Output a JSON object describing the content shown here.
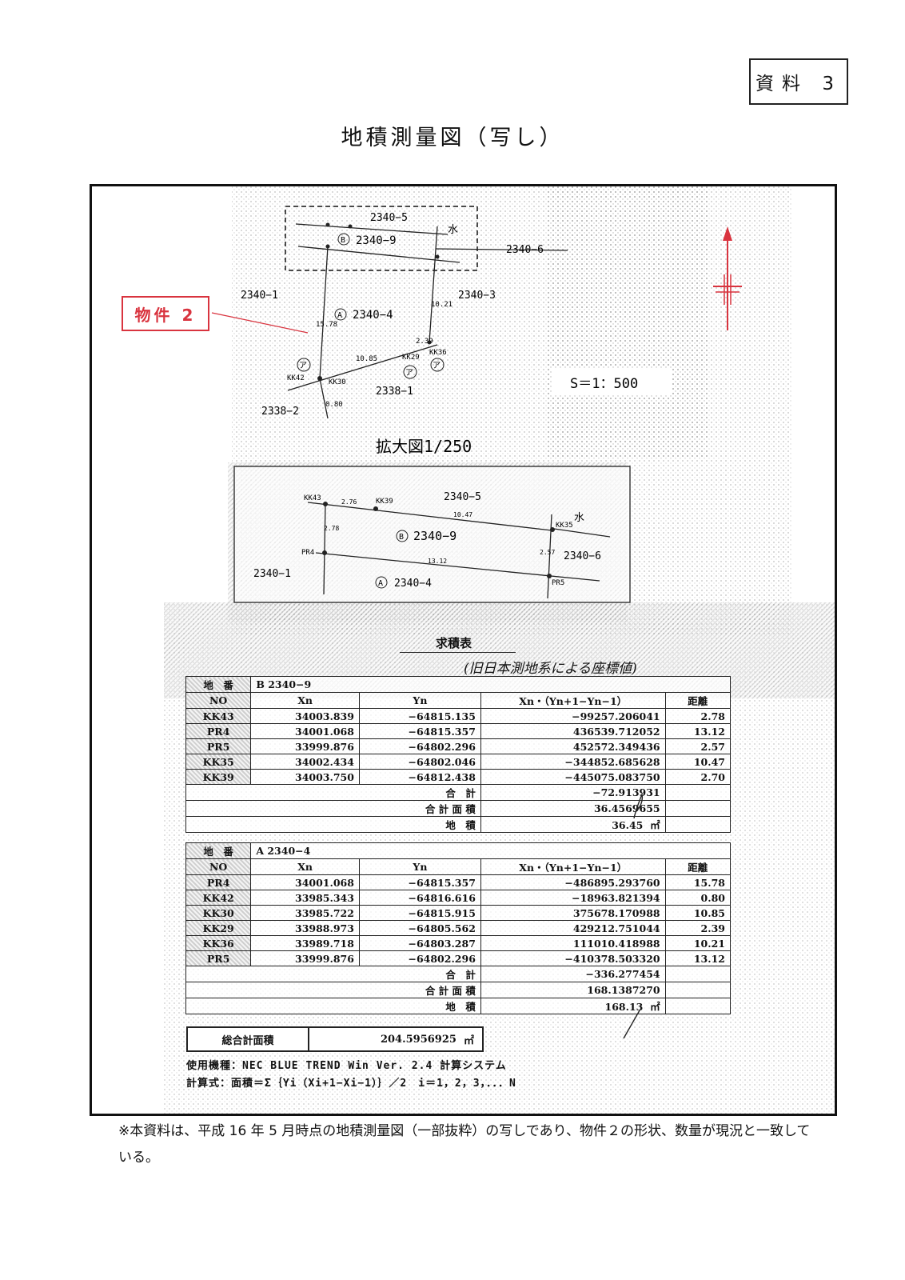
{
  "doc_label": "資料 3",
  "title": "地積測量図（写し）",
  "callout": "物件 2",
  "survey_map": {
    "parcels": {
      "p2340_5": "2340−5",
      "p2340_9": "2340−9",
      "p2340_6": "2340−6",
      "p2340_1": "2340−1",
      "p2340_3": "2340−3",
      "p2340_4": "2340−4",
      "p2338_1": "2338−1",
      "p2338_2": "2338−2"
    },
    "marker_b": "B",
    "marker_a": "A",
    "marker_mu": "ア",
    "water": "水",
    "scale": "S＝1：500",
    "points": {
      "kk42": "KK42",
      "kk30": "KK30",
      "kk29": "KK29",
      "kk36": "KK36"
    },
    "lengths": {
      "l1578": "15.78",
      "l1021": "10.21",
      "l1085": "10.85",
      "l239": "2.39",
      "l080": "0.80"
    }
  },
  "enlarged_map": {
    "title": "拡大図1/250",
    "parcels": {
      "p2340_5": "2340−5",
      "p2340_9": "2340−9",
      "p2340_6": "2340−6",
      "p2340_1": "2340−1",
      "p2340_4": "2340−4"
    },
    "points": {
      "kk43": "KK43",
      "kk39": "KK39",
      "kk35": "KK35",
      "pr4": "PR4",
      "pr5": "PR5"
    },
    "lengths": {
      "l276": "2.76",
      "l1047": "10.47",
      "l278": "2.78",
      "l1312": "13.12",
      "l257": "2.57"
    },
    "water": "水"
  },
  "area_calc": {
    "title": "求積表",
    "subtitle": "(旧日本測地系による座標値)",
    "table_b": {
      "label_parcel": "地　番",
      "parcel": "B 2340−9",
      "headers": [
        "NO",
        "Xn",
        "Yn",
        "Xn・（Yn+1−Yn−1）",
        "距離"
      ],
      "rows": [
        [
          "KK43",
          "34003.839",
          "−64815.135",
          "−99257.206041",
          "2.78"
        ],
        [
          "PR4",
          "34001.068",
          "−64815.357",
          "436539.712052",
          "13.12"
        ],
        [
          "PR5",
          "33999.876",
          "−64802.296",
          "452572.349436",
          "2.57"
        ],
        [
          "KK35",
          "34002.434",
          "−64802.046",
          "−344852.685628",
          "10.47"
        ],
        [
          "KK39",
          "34003.750",
          "−64812.438",
          "−445075.083750",
          "2.70"
        ]
      ],
      "sum_label": "合　計",
      "sum_value": "−72.913931",
      "area_label": "合 計 面 積",
      "area_value": "36.4569655",
      "land_label": "地　積",
      "land_value": "36.45",
      "unit": "㎡"
    },
    "table_a": {
      "label_parcel": "地　番",
      "parcel": "A 2340−4",
      "headers": [
        "NO",
        "Xn",
        "Yn",
        "Xn・（Yn+1−Yn−1）",
        "距離"
      ],
      "rows": [
        [
          "PR4",
          "34001.068",
          "−64815.357",
          "−486895.293760",
          "15.78"
        ],
        [
          "KK42",
          "33985.343",
          "−64816.616",
          "−18963.821394",
          "0.80"
        ],
        [
          "KK30",
          "33985.722",
          "−64815.915",
          "375678.170988",
          "10.85"
        ],
        [
          "KK29",
          "33988.973",
          "−64805.562",
          "429212.751044",
          "2.39"
        ],
        [
          "KK36",
          "33989.718",
          "−64803.287",
          "111010.418988",
          "10.21"
        ],
        [
          "PR5",
          "33999.876",
          "−64802.296",
          "−410378.503320",
          "13.12"
        ]
      ],
      "sum_label": "合　計",
      "sum_value": "−336.277454",
      "area_label": "合 計 面 積",
      "area_value": "168.1387270",
      "land_label": "地　積",
      "land_value": "168.13",
      "unit": "㎡"
    },
    "total_label": "総合計面積",
    "total_value": "204.5956925",
    "total_unit": "㎡",
    "machine_line": "使用機種：NEC BLUE TREND Win Ver. 2.4 計算システム",
    "formula_line": "計算式：面積＝Σ｛Yi（Xi+1−Xi−1）｝／2　i＝1，2，3，．．．N"
  },
  "footnote": "※本資料は、平成 16 年 5 月時点の地積測量図（一部抜粋）の写しであり、物件２の形状、数量が現況と一致している。"
}
